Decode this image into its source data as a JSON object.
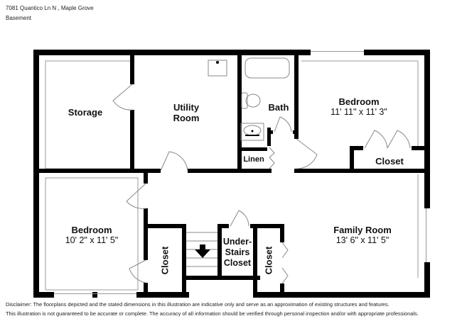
{
  "header": {
    "address": "7081 Quantico Ln N , Maple Grove",
    "level": "Basement"
  },
  "rooms": {
    "storage": {
      "name": "Storage"
    },
    "utility": {
      "name_line1": "Utility",
      "name_line2": "Room"
    },
    "bath": {
      "name": "Bath"
    },
    "linen": {
      "name": "Linen"
    },
    "bedroom1": {
      "name": "Bedroom",
      "dimensions": "11' 11\" x 11' 3\""
    },
    "closet_bedroom1": {
      "name": "Closet"
    },
    "bedroom2": {
      "name": "Bedroom",
      "dimensions": "10' 2\" x 11' 5\""
    },
    "closet_bedroom2": {
      "name": "Closet"
    },
    "understairs": {
      "line1": "Under-",
      "line2": "Stairs",
      "line3": "Closet"
    },
    "closet_family": {
      "name": "Closet"
    },
    "family": {
      "name": "Family Room",
      "dimensions": "13' 6\" x 11' 5\""
    }
  },
  "stairs": {
    "direction_icon": "down-arrow"
  },
  "disclaimer": {
    "line1": "Disclaimer: The floorplans depicted and the stated dimensions in this illustration are indicative only and serve as an approximation of existing structures and features.",
    "line2": "This illustration is not guaranteed to be accurate or complete. The accuracy of all information should be verified through personal inspection and/or with appropriate professionals."
  },
  "colors": {
    "wall": "#000000",
    "inner_line": "#999999",
    "background": "#ffffff"
  }
}
